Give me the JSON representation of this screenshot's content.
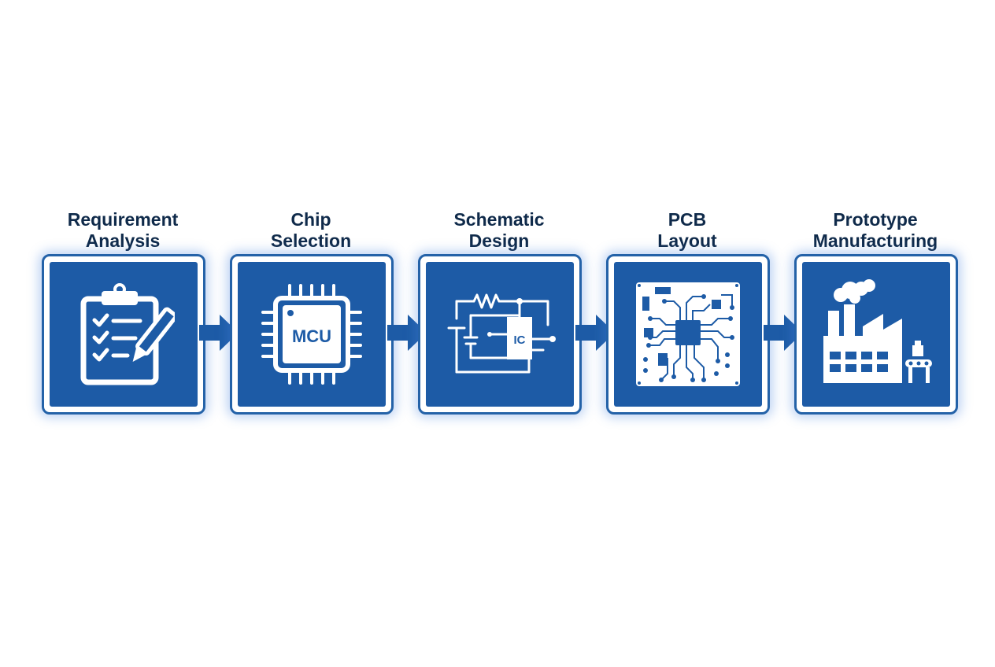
{
  "colors": {
    "tile_blue": "#1d5ba6",
    "border_blue": "#2462a8",
    "title_text": "#0f2a4a",
    "icon": "#ffffff"
  },
  "steps": [
    {
      "line1": "Requirement",
      "line2": "Analysis",
      "icon": "clipboard-checklist-icon"
    },
    {
      "line1": "Chip",
      "line2": "Selection",
      "icon": "mcu-chip-icon",
      "icon_text": "MCU"
    },
    {
      "line1": "Schematic",
      "line2": "Design",
      "icon": "schematic-circuit-icon",
      "icon_text": "IC"
    },
    {
      "line1": "PCB",
      "line2": "Layout",
      "icon": "pcb-board-icon"
    },
    {
      "line1": "Prototype",
      "line2": "Manufacturing",
      "icon": "factory-icon"
    }
  ]
}
